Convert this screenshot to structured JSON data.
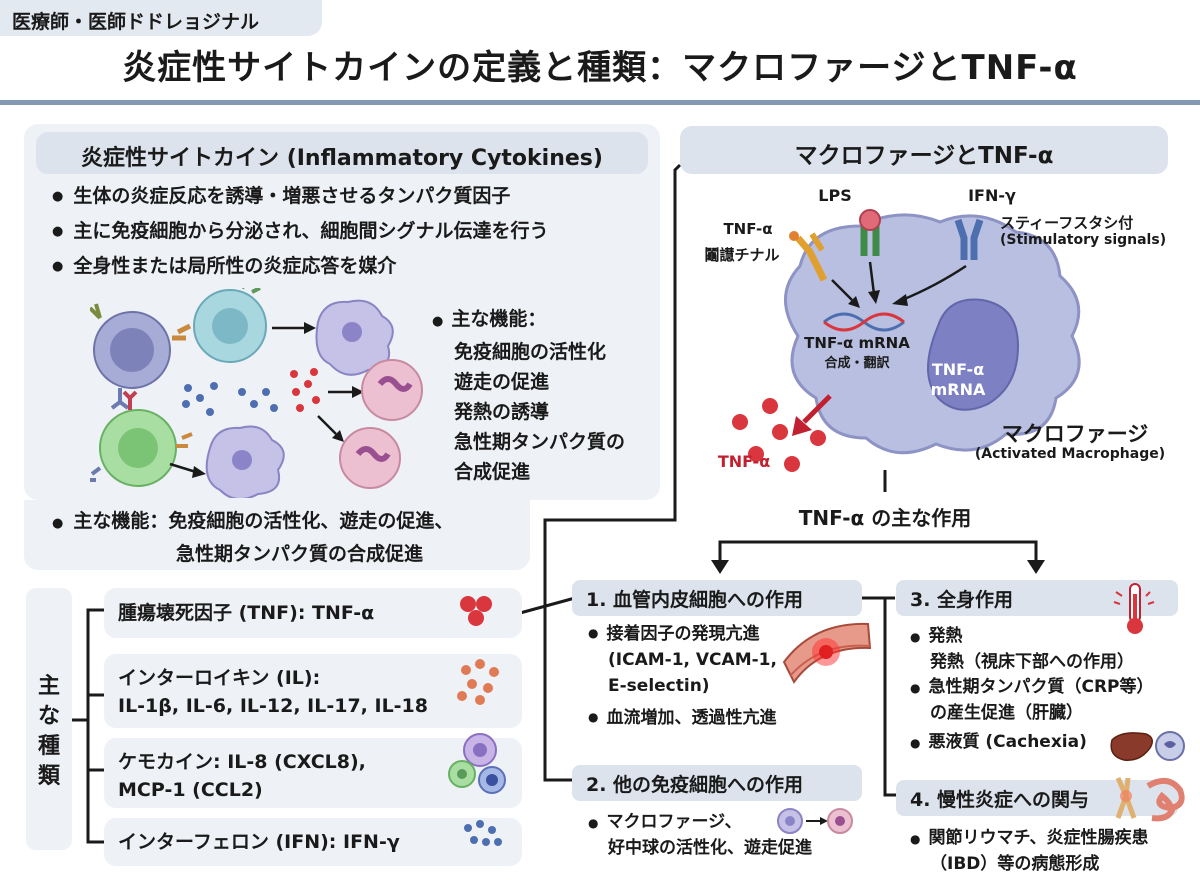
{
  "header": {
    "tag": "医療師・医師ドドレョジナル",
    "title": "炎症性サイトカインの定義と種類：マクロファージとTNF-α"
  },
  "left": {
    "title": "炎症性サイトカイン (Inflammatory Cytokines)",
    "bullets": [
      "生体の炎症反応を誘導・増悪させるタンパク質因子",
      "主に免疫細胞から分泌され、細胞間シグナル伝達を行う",
      "全身性または局所性の炎症応答を媒介"
    ],
    "functions_title": "主な機能：",
    "functions": [
      "免疫細胞の活性化",
      "遊走の促進",
      "発熱の誘導",
      "急性期タンパク質の",
      "合成促進"
    ],
    "summary_line1": "主な機能：免疫細胞の活性化、遊走の促進、",
    "summary_line2": "急性期タンパク質の合成促進"
  },
  "types": {
    "side_label": [
      "主",
      "な",
      "種",
      "類"
    ],
    "items": [
      {
        "line1": "腫瘍壊死因子 (TNF): TNF-α",
        "line2": ""
      },
      {
        "line1": "インターロイキン (IL):",
        "line2": "IL-1β, IL-6, IL-12, IL-17, IL-18"
      },
      {
        "line1": "ケモカイン: IL-8 (CXCL8),",
        "line2": "MCP-1 (CCL2)"
      },
      {
        "line1": "インターフェロン (IFN): IFN-γ",
        "line2": ""
      }
    ]
  },
  "macrophage": {
    "title": "マクロファージとTNF-α",
    "lps": "LPS",
    "ifn": "IFN-γ",
    "stim_jp": "スティーフスタシ付",
    "stim_en": "(Stimulatory signals)",
    "tnf_rec1": "TNF-α",
    "tnf_rec2": "鬮譿チナル",
    "mrna1": "TNF-α mRNA",
    "mrna2": "合成・翻訳",
    "nucleus1": "TNF-α",
    "nucleus2": "mRNA",
    "cell_jp": "マクロファージ",
    "cell_en": "(Activated Macrophage)",
    "secreted": "TNF-α",
    "effects_title": "TNF-α の主な作用"
  },
  "effects": {
    "e1": {
      "title": "1. 血管内皮細胞への作用",
      "items": [
        "接着因子の発現亢進",
        "(ICAM-1, VCAM-1,",
        "E-selectin)"
      ],
      "item2": "血流増加、透過性亢進"
    },
    "e2": {
      "title": "2. 他の免疫細胞への作用",
      "line1": "マクロファージ、",
      "line2": "好中球の活性化、遊走促進"
    },
    "e3": {
      "title": "3. 全身作用",
      "a1": "発熱",
      "a2": "発熱（視床下部への作用）",
      "b1": "急性期タンパク質（CRP等）",
      "b2": "の産生促進（肝臓）",
      "c1": "悪液質 (Cachexia)"
    },
    "e4": {
      "title": "4. 慢性炎症への関与",
      "line1": "関節リウマチ、炎症性腸疾患",
      "line2": "（IBD）等の病態形成"
    }
  },
  "colors": {
    "panel": "#eef1f6",
    "header": "#dde3ec",
    "rule": "#8199b4",
    "tnf_red": "#d9363e",
    "macrophage": "#b9bfe0"
  }
}
